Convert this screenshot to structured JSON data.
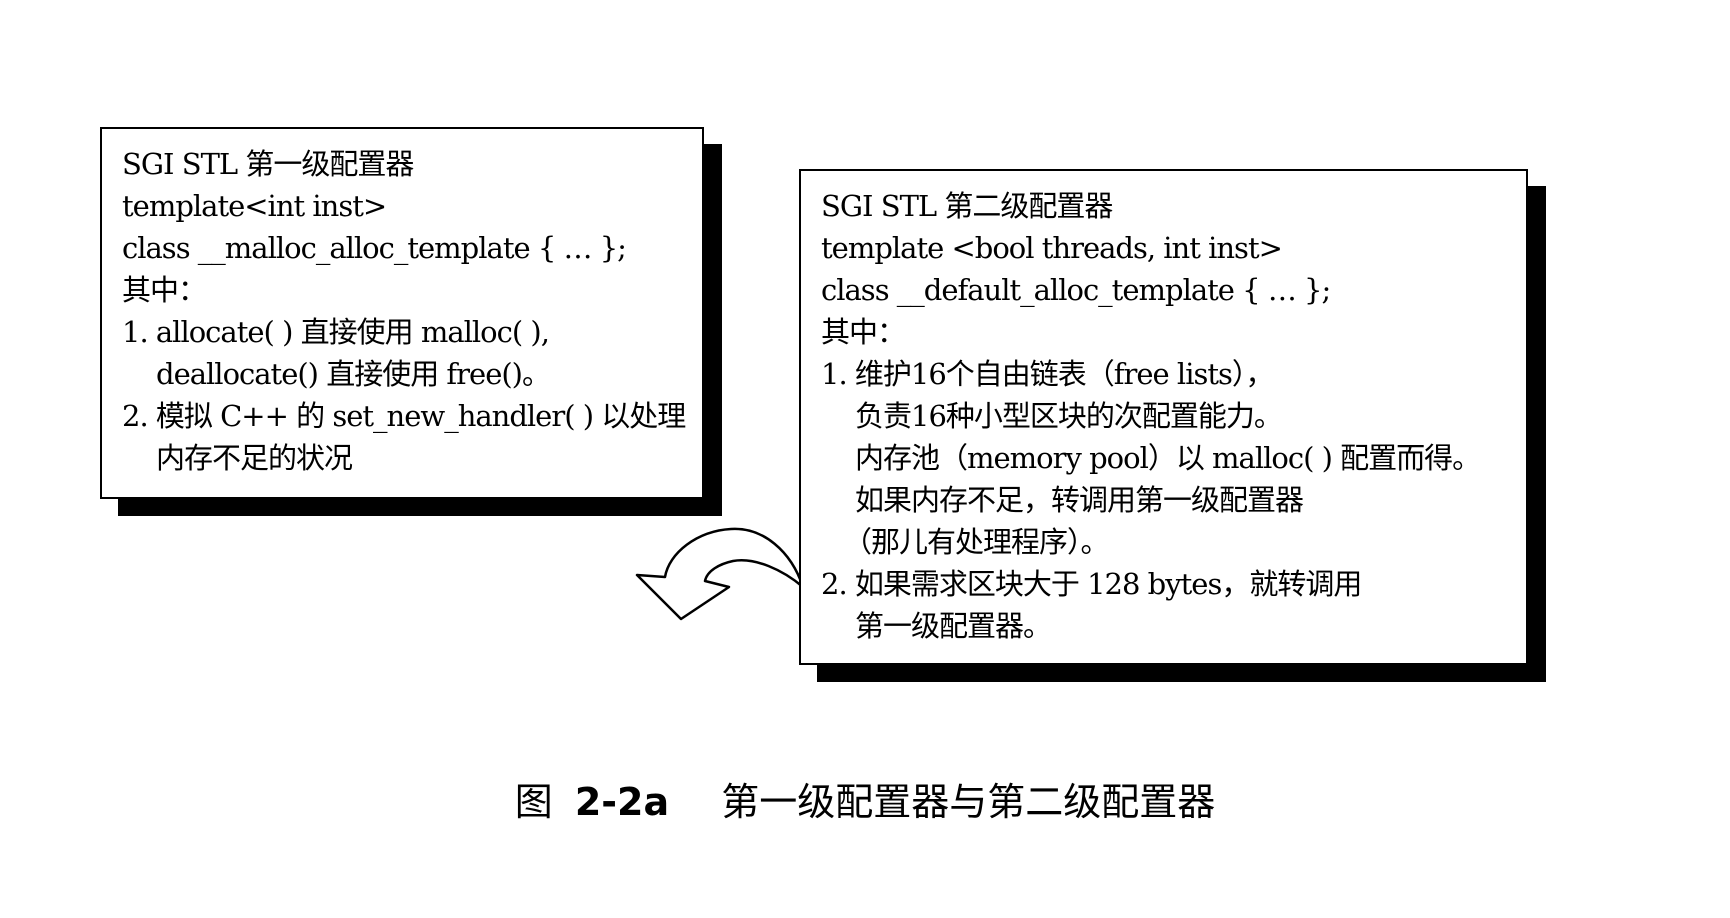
{
  "first_box": {
    "title": "SGI STL 第一级配置器",
    "template_line": "template<int inst>",
    "class_line": "class __malloc_alloc_template { … };",
    "among_label": "其中：",
    "items": [
      "1. allocate( ) 直接使用 malloc( ),",
      "deallocate() 直接使用 free()。",
      "2. 模拟 C++ 的 set_new_handler( ) 以处理",
      "内存不足的状况"
    ]
  },
  "second_box": {
    "title": "SGI STL 第二级配置器",
    "template_line": "template <bool threads, int inst>",
    "class_line": "class __default_alloc_template { … };",
    "among_label": "其中：",
    "items": [
      "1. 维护16个自由链表（free lists），",
      "负责16种小型区块的次配置能力。",
      "内存池（memory pool）以 malloc( ) 配置而得。",
      "如果内存不足，转调用第一级配置器",
      "（那儿有处理程序）。",
      "2. 如果需求区块大于 128 bytes，就转调用",
      "第一级配置器。"
    ]
  },
  "caption": {
    "prefix": "图",
    "number": "2-2a",
    "text": "第一级配置器与第二级配置器"
  },
  "icons": {
    "arrow": "curved-arrow-icon"
  }
}
